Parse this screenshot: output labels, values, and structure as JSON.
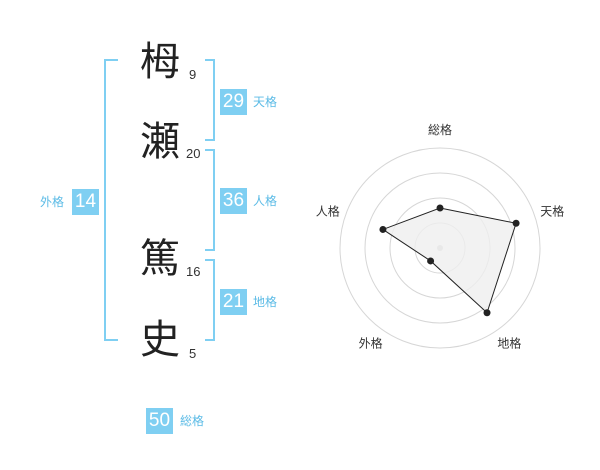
{
  "name_chars": [
    {
      "char": "栂",
      "strokes": "9"
    },
    {
      "char": "瀬",
      "strokes": "20"
    },
    {
      "char": "篤",
      "strokes": "16"
    },
    {
      "char": "史",
      "strokes": "5"
    }
  ],
  "fortune": {
    "tenkaku": {
      "value": "29",
      "label": "天格"
    },
    "jinkaku": {
      "value": "36",
      "label": "人格"
    },
    "chikaku": {
      "value": "21",
      "label": "地格"
    },
    "gaikaku": {
      "value": "14",
      "label": "外格"
    },
    "soukaku": {
      "value": "50",
      "label": "総格"
    }
  },
  "radar": {
    "axes": [
      "総格",
      "天格",
      "地格",
      "外格",
      "人格"
    ],
    "values": [
      0.5,
      1.0,
      1.0,
      0.2,
      0.75
    ],
    "colors": {
      "line": "#222222",
      "fill": "#efefef",
      "ring": "#d6d6d6",
      "bracket": "#7fcff2"
    }
  }
}
